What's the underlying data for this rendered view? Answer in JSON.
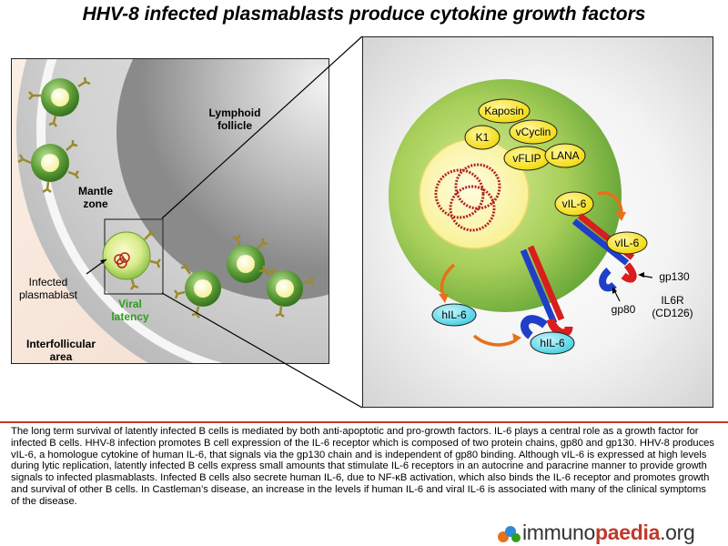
{
  "title": "HHV-8 infected plasmablasts produce cytokine growth factors",
  "left": {
    "lymphoid_follicle_line1": "Lymphoid",
    "lymphoid_follicle_line2": "follicle",
    "mantle_zone_line1": "Mantle",
    "mantle_zone_line2": "zone",
    "infected_line1": "Infected",
    "infected_line2": "plasmablast",
    "viral_latency_line1": "Viral",
    "viral_latency_line2": "latency",
    "interfollicular_line1": "Interfollicular",
    "interfollicular_line2": "area"
  },
  "right": {
    "proteins": [
      "Kaposin",
      "K1",
      "vCyclin",
      "vFLIP",
      "LANA"
    ],
    "viral_il6_inner": "vIL-6",
    "viral_il6_bound": "vIL-6",
    "hil6_free": "hIL-6",
    "hil6_bound": "hIL-6",
    "gp130": "gp130",
    "gp80": "gp80",
    "receptor_line1": "IL6R",
    "receptor_line2": "(CD126)"
  },
  "description": "The long term survival of latently infected B cells is mediated by both anti-apoptotic and pro-growth factors. IL-6 plays a central role as a growth factor for infected B cells. HHV-8 infection promotes B cell expression of the IL-6 receptor which is composed of two protein chains, gp80 and gp130. HHV-8 produces vIL-6, a homologue cytokine of human IL-6, that signals via the gp130 chain and is independent of gp80 binding. Although vIL-6 is expressed at high levels during lytic replication, latently infected B cells express small amounts that stimulate IL-6 receptors in an autocrine and paracrine manner to provide growth signals to infected plasmablasts. Infected B cells also secrete human IL-6, due to NF-κB activation, which also binds the IL-6 receptor and promotes growth and survival of other B cells. In Castleman’s disease, an increase in the levels if human IL-6 and viral IL-6 is associated with many of the clinical symptoms of the disease.",
  "logo": {
    "prefix": "immuno",
    "highlight": "paedia",
    "suffix": ".org"
  },
  "colors": {
    "cell_green": "#6aa83a",
    "nucleus_yellow": "#fff9a8",
    "protein_yellow": "#f5e000",
    "receptor_red": "#d81e1e",
    "receptor_blue": "#1f3fc8",
    "cytokine_cyan": "#4fd8e8",
    "arrow_orange": "#e8701a",
    "dna_red": "#b22222",
    "latency_green": "#2e9e1e"
  }
}
